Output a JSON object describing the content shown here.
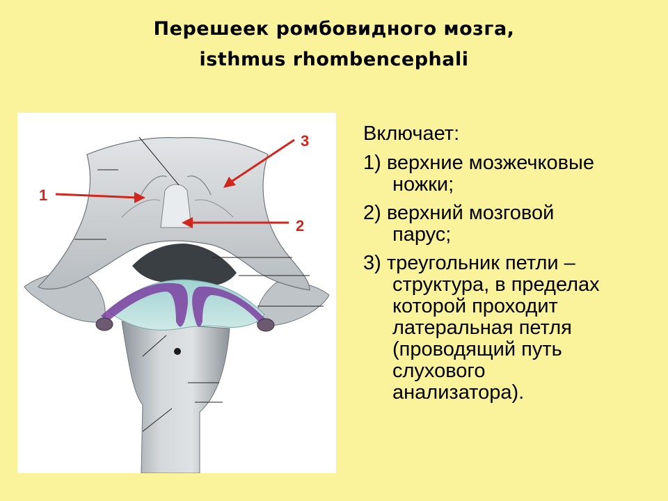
{
  "title": {
    "line1": "Перешеек ромбовидного мозга,",
    "line2": "isthmus rhombencephali"
  },
  "figure": {
    "callouts": [
      "1",
      "2",
      "3"
    ],
    "colors": {
      "arrow": "#d0261e",
      "tissue": "#c9cdd0",
      "velum": "#b3dbd8",
      "lemniscus": "#7b3fa0"
    }
  },
  "text": {
    "intro": "Включает:",
    "items": [
      {
        "lines": [
          "1) верхние мозжечковые",
          "ножки;"
        ]
      },
      {
        "lines": [
          "2) верхний мозговой",
          "парус;"
        ]
      },
      {
        "lines": [
          "3) треугольник петли –",
          "структура, в пределах",
          "которой проходит",
          "латеральная петля",
          "(проводящий путь",
          "слухового",
          "анализатора)."
        ]
      }
    ]
  }
}
